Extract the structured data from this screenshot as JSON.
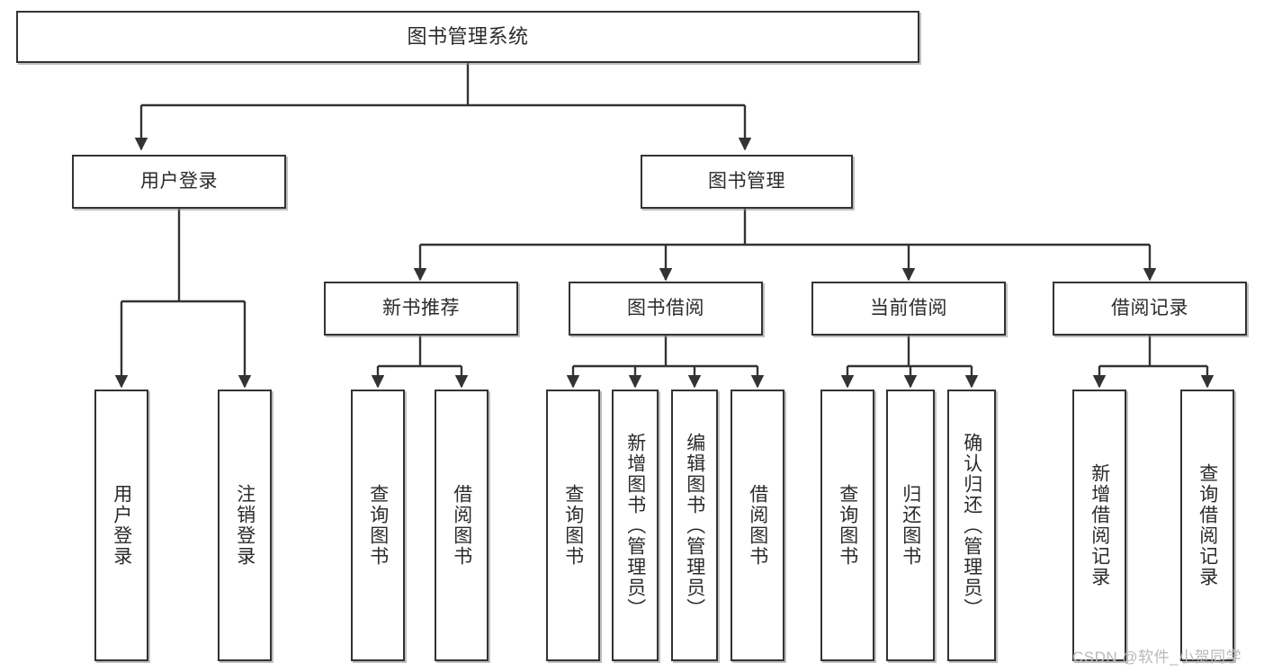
{
  "diagram": {
    "type": "tree-hierarchy",
    "title": "图书管理系统",
    "orientation": "top-down",
    "colors": {
      "node_border": "#333333",
      "node_fill": "#ffffff",
      "edge": "#333333",
      "text": "#2b2b2b",
      "watermark": "#b9b9b9",
      "background": "#ffffff"
    },
    "nodes": {
      "root": {
        "label": "图书管理系统",
        "level": 0,
        "text_direction": "horizontal"
      },
      "level1": [
        {
          "id": "user-login",
          "label": "用户登录",
          "text_direction": "horizontal"
        },
        {
          "id": "book-management",
          "label": "图书管理",
          "text_direction": "horizontal"
        }
      ],
      "level2": [
        {
          "id": "new-book-recommend",
          "label": "新书推荐",
          "parent": "book-management",
          "text_direction": "horizontal"
        },
        {
          "id": "book-borrow",
          "label": "图书借阅",
          "parent": "book-management",
          "text_direction": "horizontal"
        },
        {
          "id": "current-borrow",
          "label": "当前借阅",
          "parent": "book-management",
          "text_direction": "horizontal"
        },
        {
          "id": "borrow-record",
          "label": "借阅记录",
          "parent": "book-management",
          "text_direction": "horizontal"
        }
      ],
      "leaves": [
        {
          "id": "leaf-user-login",
          "label": "用户登录",
          "parent": "user-login",
          "text_direction": "vertical"
        },
        {
          "id": "leaf-logout-login",
          "label": "注销登录",
          "parent": "user-login",
          "text_direction": "vertical"
        },
        {
          "id": "leaf-query-book-1",
          "label": "查询图书",
          "parent": "new-book-recommend",
          "text_direction": "vertical"
        },
        {
          "id": "leaf-borrow-book-1",
          "label": "借阅图书",
          "parent": "new-book-recommend",
          "text_direction": "vertical"
        },
        {
          "id": "leaf-query-book-2",
          "label": "查询图书",
          "parent": "book-borrow",
          "text_direction": "vertical"
        },
        {
          "id": "leaf-add-book",
          "label": "新增图书（管理员）",
          "parent": "book-borrow",
          "text_direction": "vertical"
        },
        {
          "id": "leaf-edit-book",
          "label": "编辑图书（管理员）",
          "parent": "book-borrow",
          "text_direction": "vertical"
        },
        {
          "id": "leaf-borrow-book-2",
          "label": "借阅图书",
          "parent": "book-borrow",
          "text_direction": "vertical"
        },
        {
          "id": "leaf-query-book-3",
          "label": "查询图书",
          "parent": "current-borrow",
          "text_direction": "vertical"
        },
        {
          "id": "leaf-return-book",
          "label": "归还图书",
          "parent": "current-borrow",
          "text_direction": "vertical"
        },
        {
          "id": "leaf-confirm-return",
          "label": "确认归还（管理员）",
          "parent": "current-borrow",
          "text_direction": "vertical"
        },
        {
          "id": "leaf-add-record",
          "label": "新增借阅记录",
          "parent": "borrow-record",
          "text_direction": "vertical"
        },
        {
          "id": "leaf-query-record",
          "label": "查询借阅记录",
          "parent": "borrow-record",
          "text_direction": "vertical"
        }
      ]
    },
    "watermark": "CSDN @软件_小贺同学"
  }
}
